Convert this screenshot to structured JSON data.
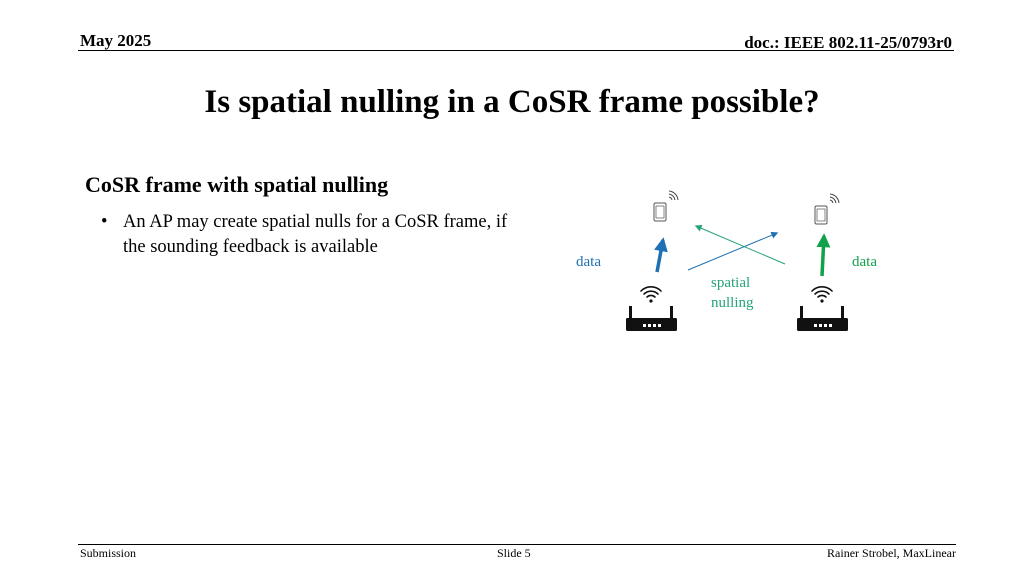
{
  "header": {
    "date": "May 2025",
    "doc": "doc.: IEEE 802.11-25/0793r0"
  },
  "title": "Is spatial nulling in a CoSR frame possible?",
  "section": {
    "heading": "CoSR frame with spatial nulling",
    "bullet_marker": "•",
    "bullet": "An AP may create spatial nulls for a CoSR frame, if the sounding feedback is available"
  },
  "diagram": {
    "label_left": "data",
    "label_right": "data",
    "label_center_line1": "spatial",
    "label_center_line2": "nulling",
    "colors": {
      "left_data": "#1f6fb4",
      "right_data": "#12a14b",
      "nulling": "#26a37a"
    },
    "icons": [
      "phone-icon",
      "wifi-signal-icon",
      "router-icon"
    ]
  },
  "footer": {
    "left": "Submission",
    "center": "Slide 5",
    "right": "Rainer Strobel, MaxLinear"
  }
}
